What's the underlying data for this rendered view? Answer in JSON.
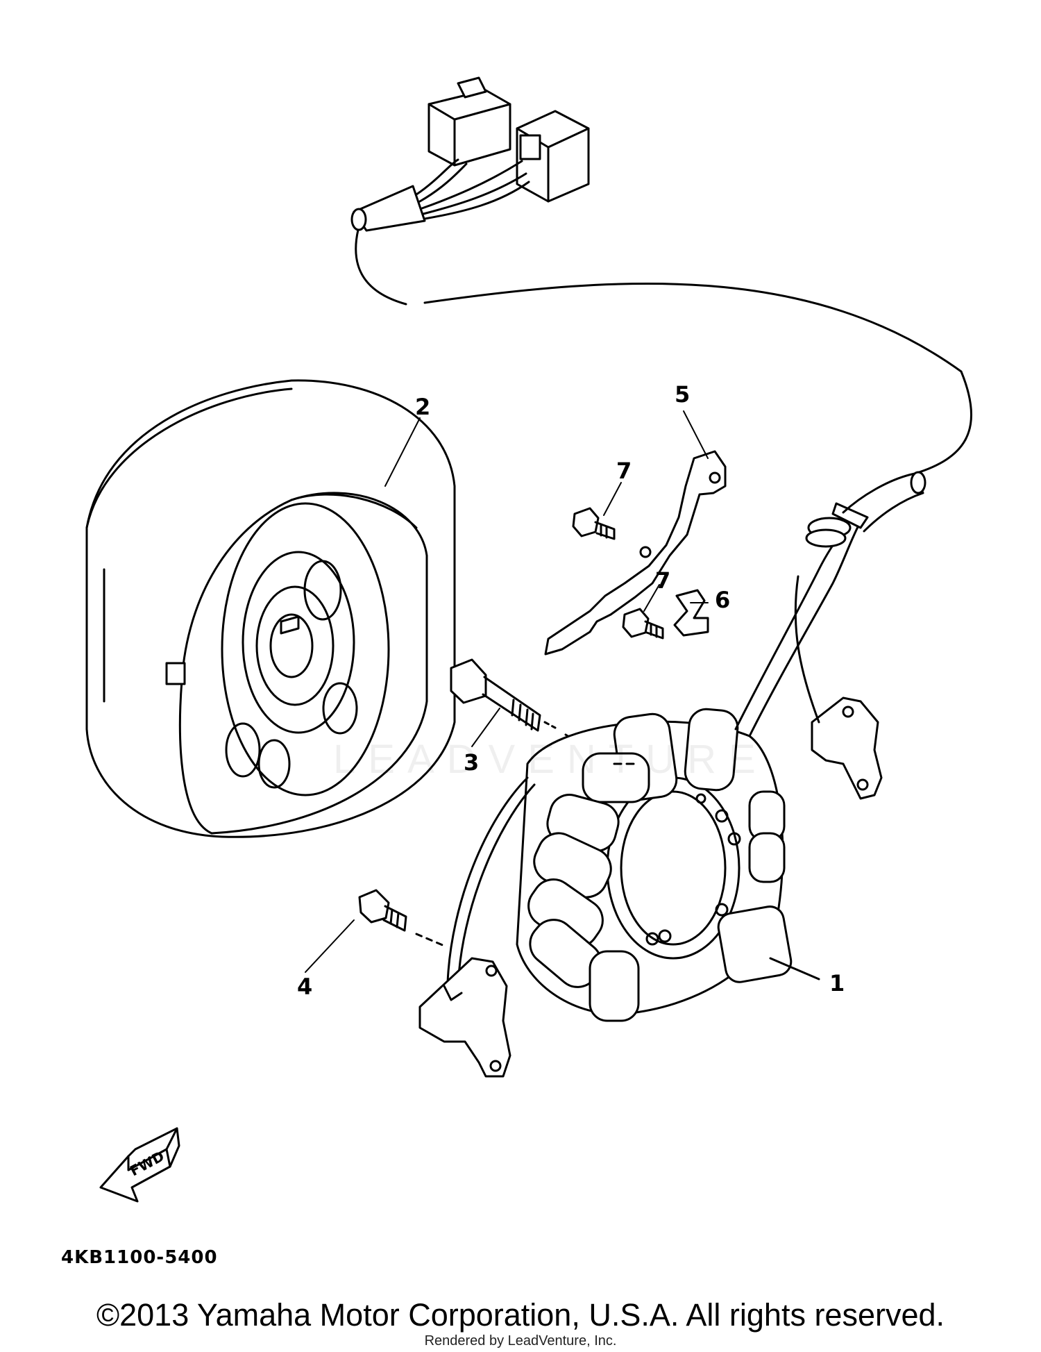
{
  "callouts": {
    "part_1": "1",
    "part_2": "2",
    "part_3": "3",
    "part_4": "4",
    "part_5": "5",
    "part_6": "6",
    "part_7a": "7",
    "part_7b": "7"
  },
  "direction_arrow_label": "FWD",
  "part_code": "4KB1100-5400",
  "copyright": "©2013 Yamaha Motor Corporation, U.S.A. All rights reserved.",
  "rendered_by": "Rendered by LeadVenture, Inc.",
  "watermark_text": "LEADVENTURE",
  "colors": {
    "line": "#000000",
    "background": "#ffffff"
  }
}
